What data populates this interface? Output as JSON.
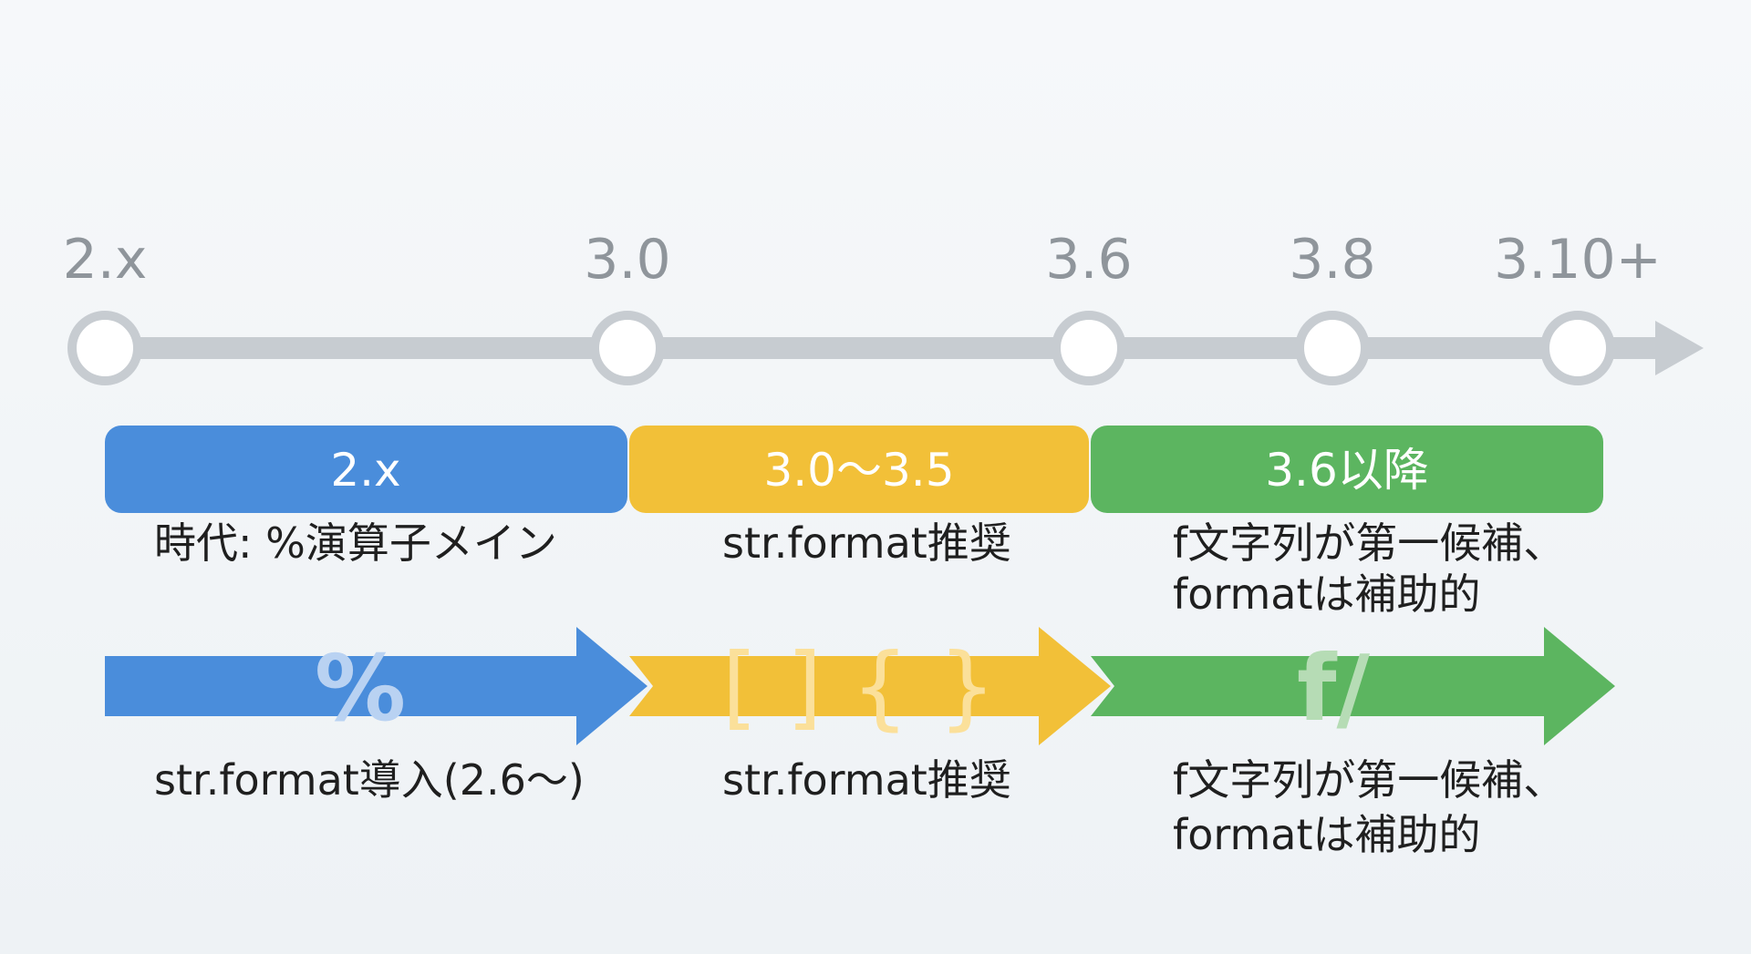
{
  "timeline": {
    "versions": [
      "2.x",
      "3.0",
      "3.6",
      "3.8",
      "3.10+"
    ]
  },
  "eras": [
    {
      "label": "2.x",
      "color": "#4a8ddb",
      "top_text": [
        "時代: %演算子メイン"
      ],
      "symbol": "%",
      "bottom_text": [
        "str.format導入(2.6〜)"
      ]
    },
    {
      "label": "3.0〜3.5",
      "color": "#f2c038",
      "top_text": [
        "str.format推奨"
      ],
      "symbol": "[ ] { }",
      "bottom_text": [
        "str.format推奨"
      ]
    },
    {
      "label": "3.6以降",
      "color": "#5cb560",
      "top_text": [
        "f文字列が第一候補、",
        "formatは補助的"
      ],
      "symbol": "f/",
      "bottom_text": [
        "f文字列が第一候補、",
        "formatは補助的"
      ]
    }
  ],
  "colors": {
    "axis": "#c7ccd1",
    "version_text": "#8f959b"
  }
}
